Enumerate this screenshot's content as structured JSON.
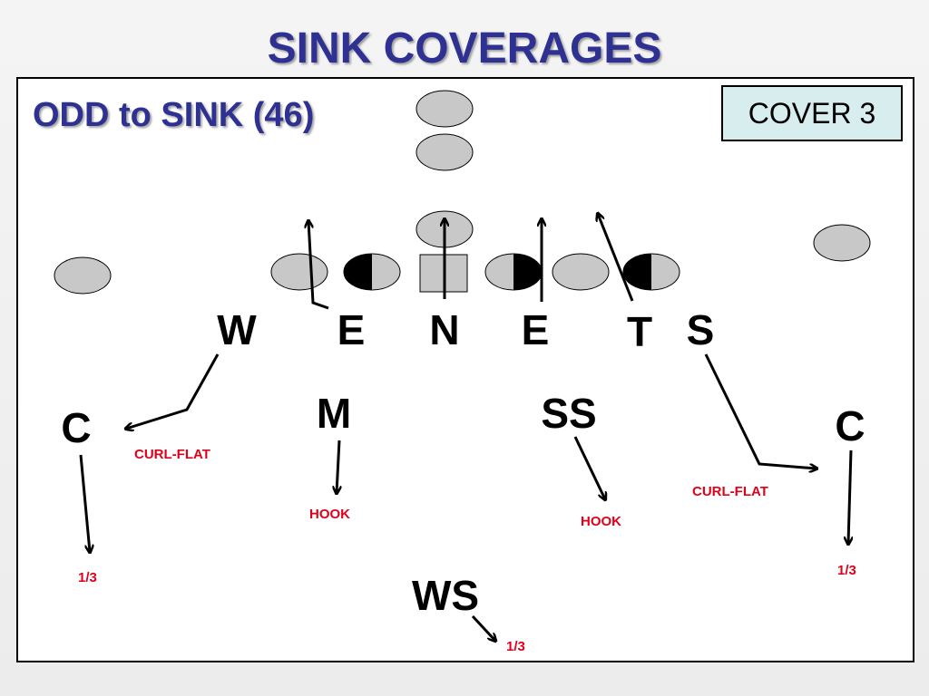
{
  "slide": {
    "title": "SINK COVERAGES"
  },
  "field": {
    "heading": "ODD to SINK (46)",
    "coverage": "COVER 3"
  },
  "defenders": [
    {
      "id": "w",
      "label": "W"
    },
    {
      "id": "e-left",
      "label": "E"
    },
    {
      "id": "n",
      "label": "N"
    },
    {
      "id": "e-right",
      "label": "E"
    },
    {
      "id": "t",
      "label": "T"
    },
    {
      "id": "s",
      "label": "S"
    },
    {
      "id": "c-left",
      "label": "C"
    },
    {
      "id": "m",
      "label": "M"
    },
    {
      "id": "ss",
      "label": "SS"
    },
    {
      "id": "c-right",
      "label": "C"
    },
    {
      "id": "ws",
      "label": "WS"
    }
  ],
  "assignments": {
    "w": "CURL-FLAT",
    "m": "HOOK",
    "ss": "HOOK",
    "s": "CURL-FLAT",
    "c_left": "1/3",
    "c_right": "1/3",
    "ws": "1/3"
  },
  "colors": {
    "title": "#2e3192",
    "assignment_text": "#e0001a",
    "offense_fill": "#c8c8c8",
    "coverage_box_fill": "#d8eeee"
  }
}
